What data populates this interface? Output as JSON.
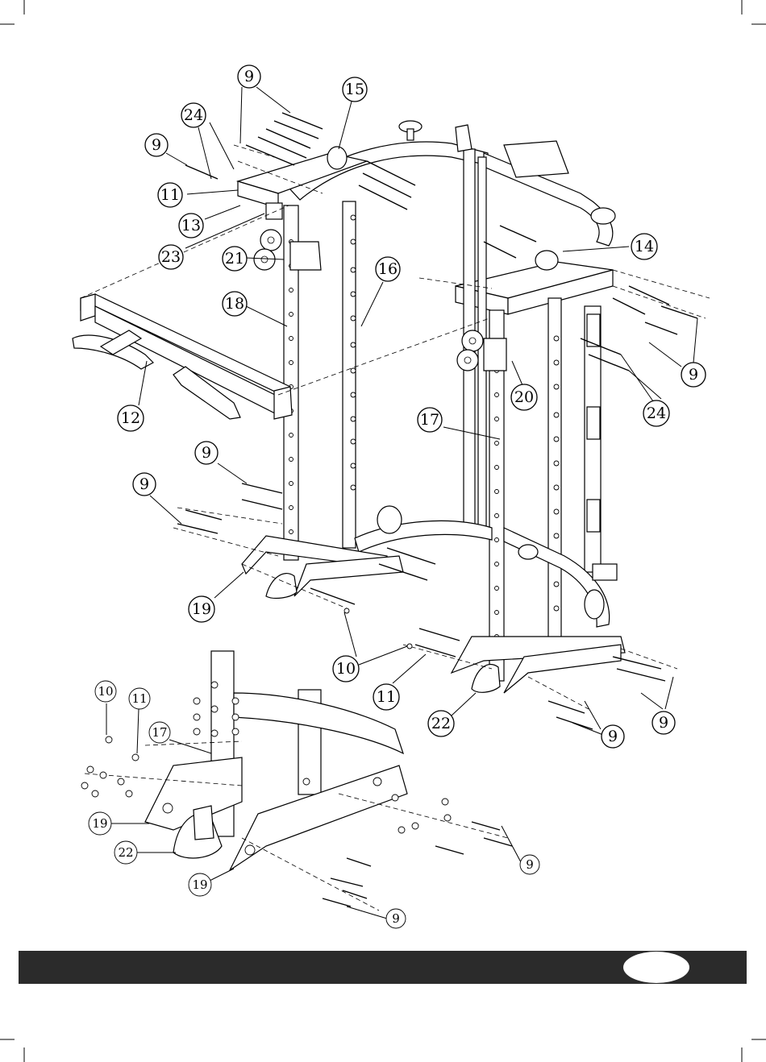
{
  "callouts": {
    "top": [
      {
        "label": "9"
      },
      {
        "label": "15"
      },
      {
        "label": "24"
      },
      {
        "label": "9"
      },
      {
        "label": "11"
      },
      {
        "label": "13"
      },
      {
        "label": "23"
      },
      {
        "label": "21"
      },
      {
        "label": "14"
      },
      {
        "label": "16"
      },
      {
        "label": "18"
      },
      {
        "label": "9"
      },
      {
        "label": "20"
      },
      {
        "label": "24"
      },
      {
        "label": "12"
      },
      {
        "label": "17"
      },
      {
        "label": "9"
      },
      {
        "label": "9"
      },
      {
        "label": "19"
      },
      {
        "label": "10"
      },
      {
        "label": "11"
      },
      {
        "label": "22"
      },
      {
        "label": "9"
      },
      {
        "label": "9"
      }
    ],
    "detail": [
      {
        "label": "10"
      },
      {
        "label": "11"
      },
      {
        "label": "17"
      },
      {
        "label": "19"
      },
      {
        "label": "22"
      },
      {
        "label": "19"
      },
      {
        "label": "9"
      },
      {
        "label": "9"
      }
    ]
  },
  "footer": {
    "page_number": "",
    "bar_color": "#2b2b2b"
  }
}
